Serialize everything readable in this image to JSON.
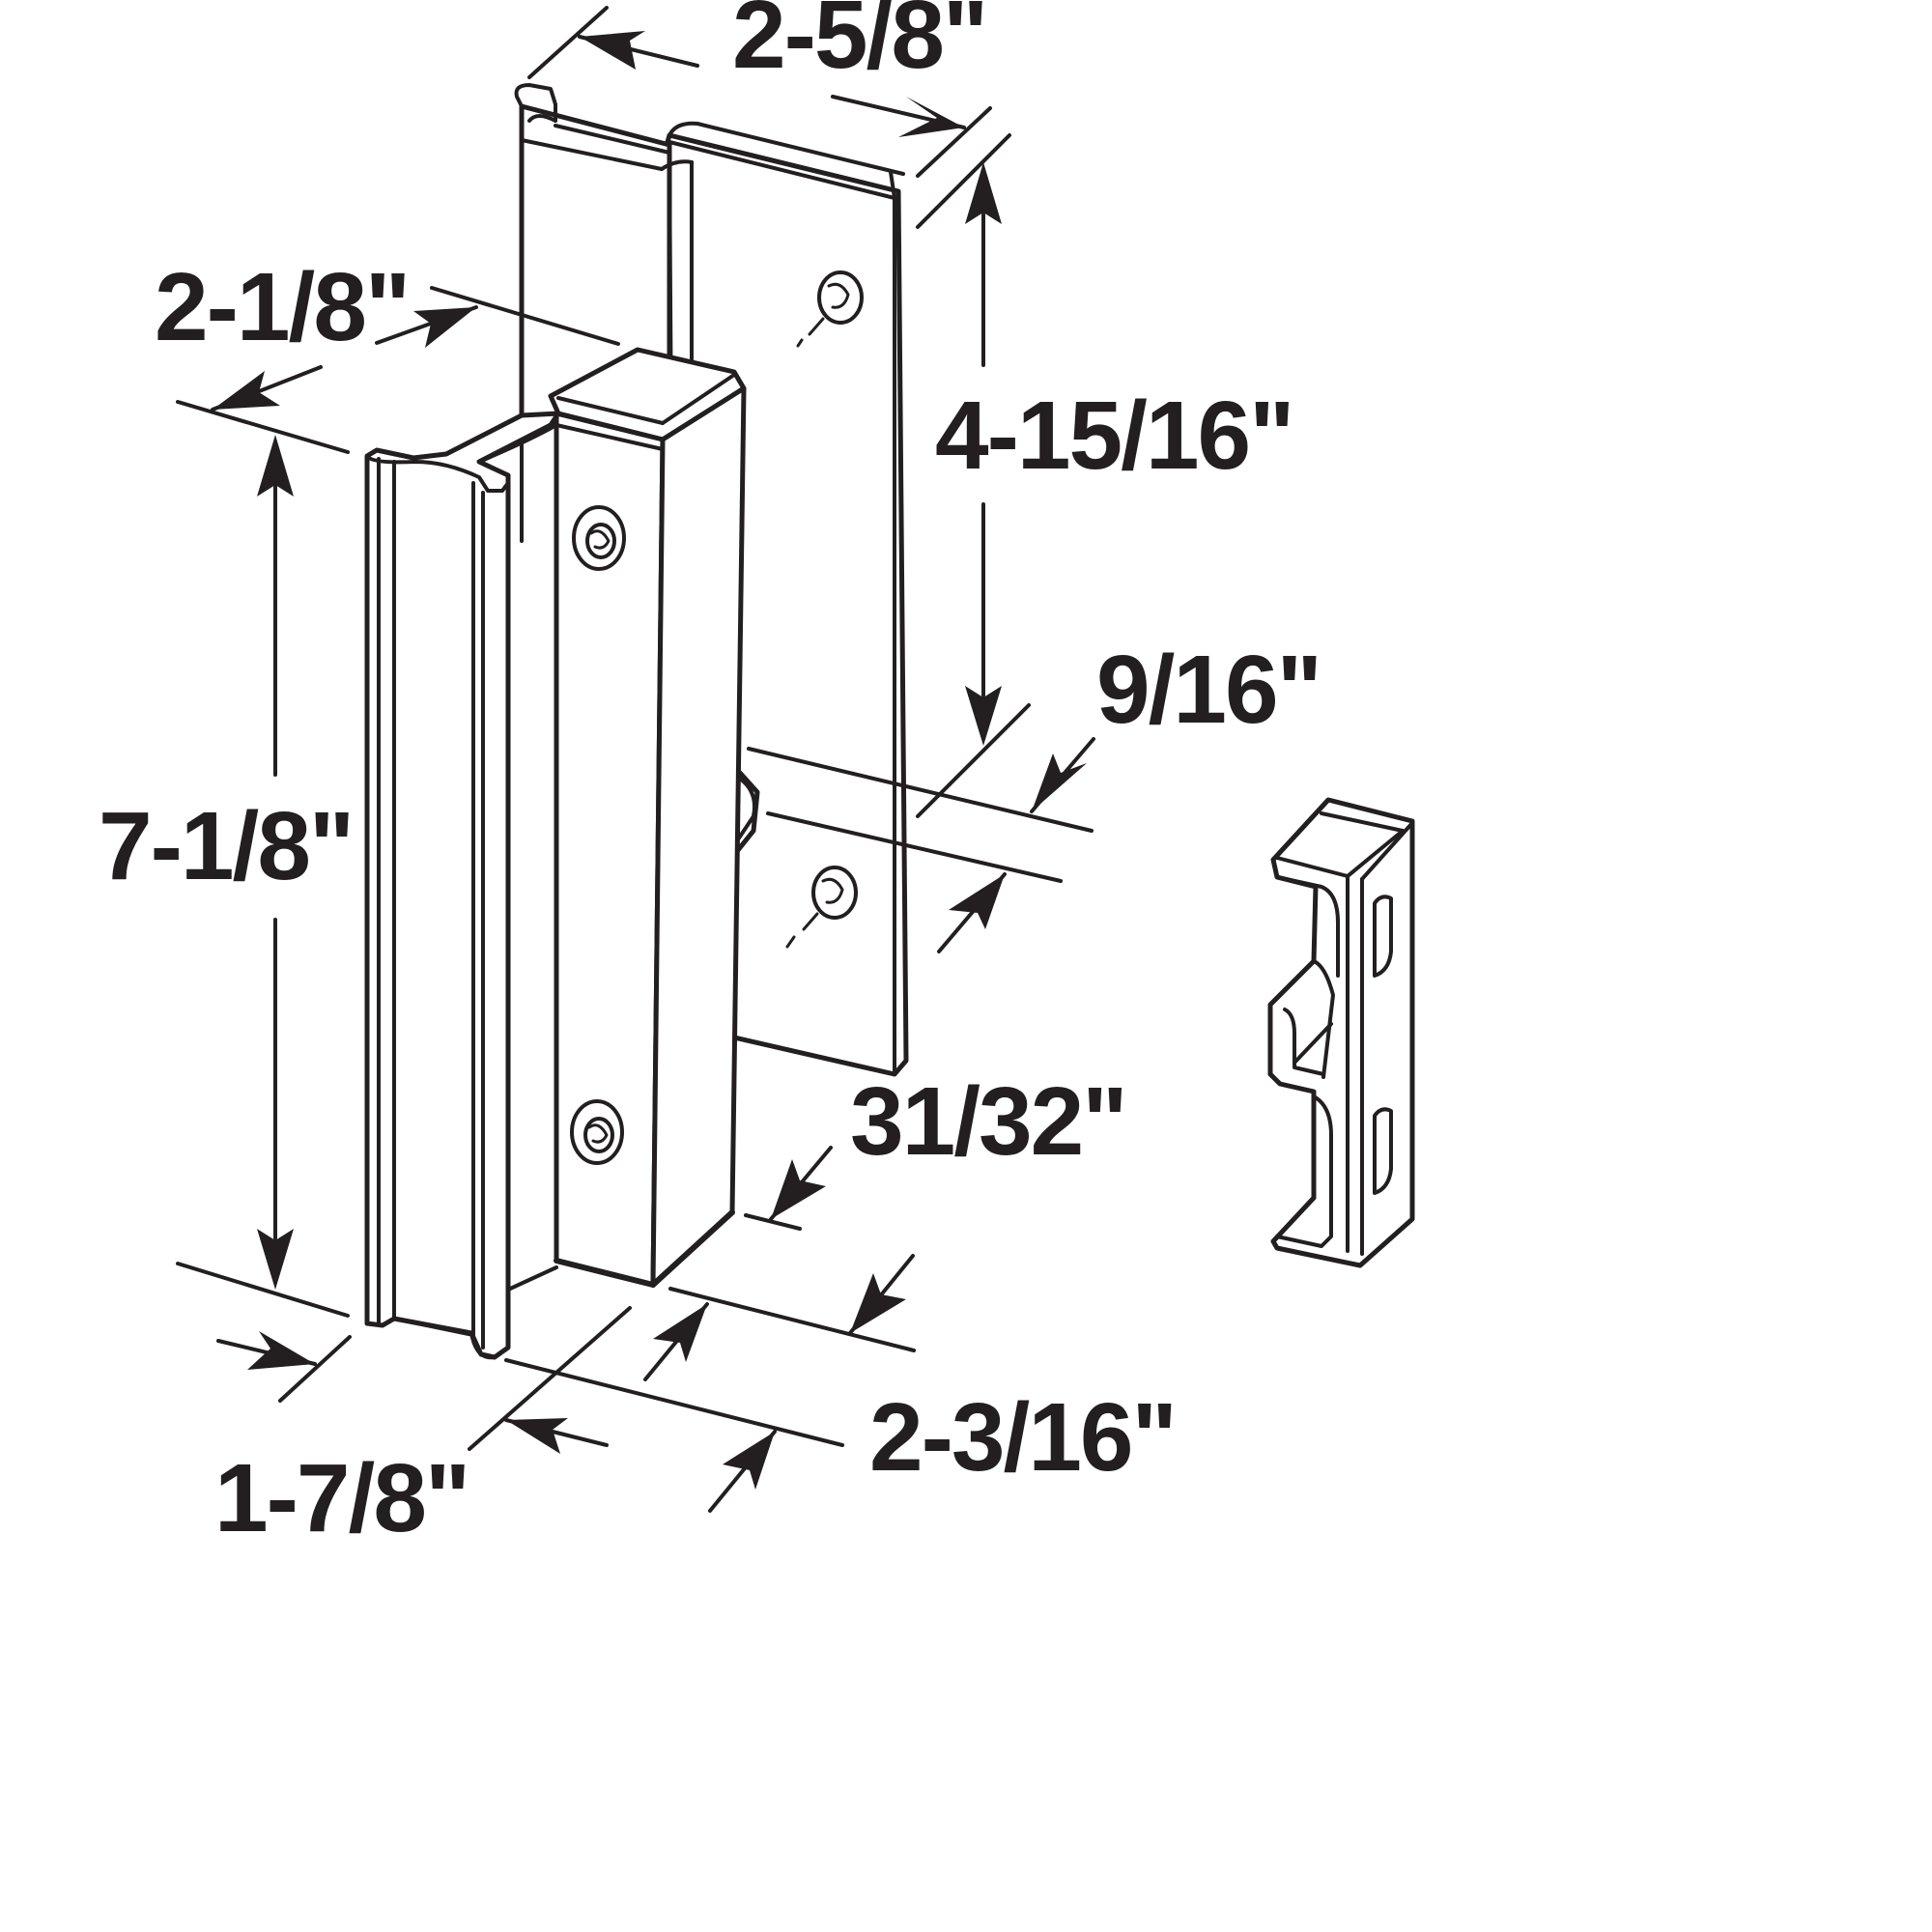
{
  "colors": {
    "ink": "#231f20",
    "paper": "#ffffff"
  },
  "labels": {
    "top_width": "2-5/8\"",
    "handle_depth": "2-1/8\"",
    "screw_spacing": "4-15/16\"",
    "latch_offset": "9/16\"",
    "handle_length": "7-1/8\"",
    "body_thickness": "31/32\"",
    "handle_width": "1-7/8\"",
    "body_width": "2-3/16\""
  }
}
